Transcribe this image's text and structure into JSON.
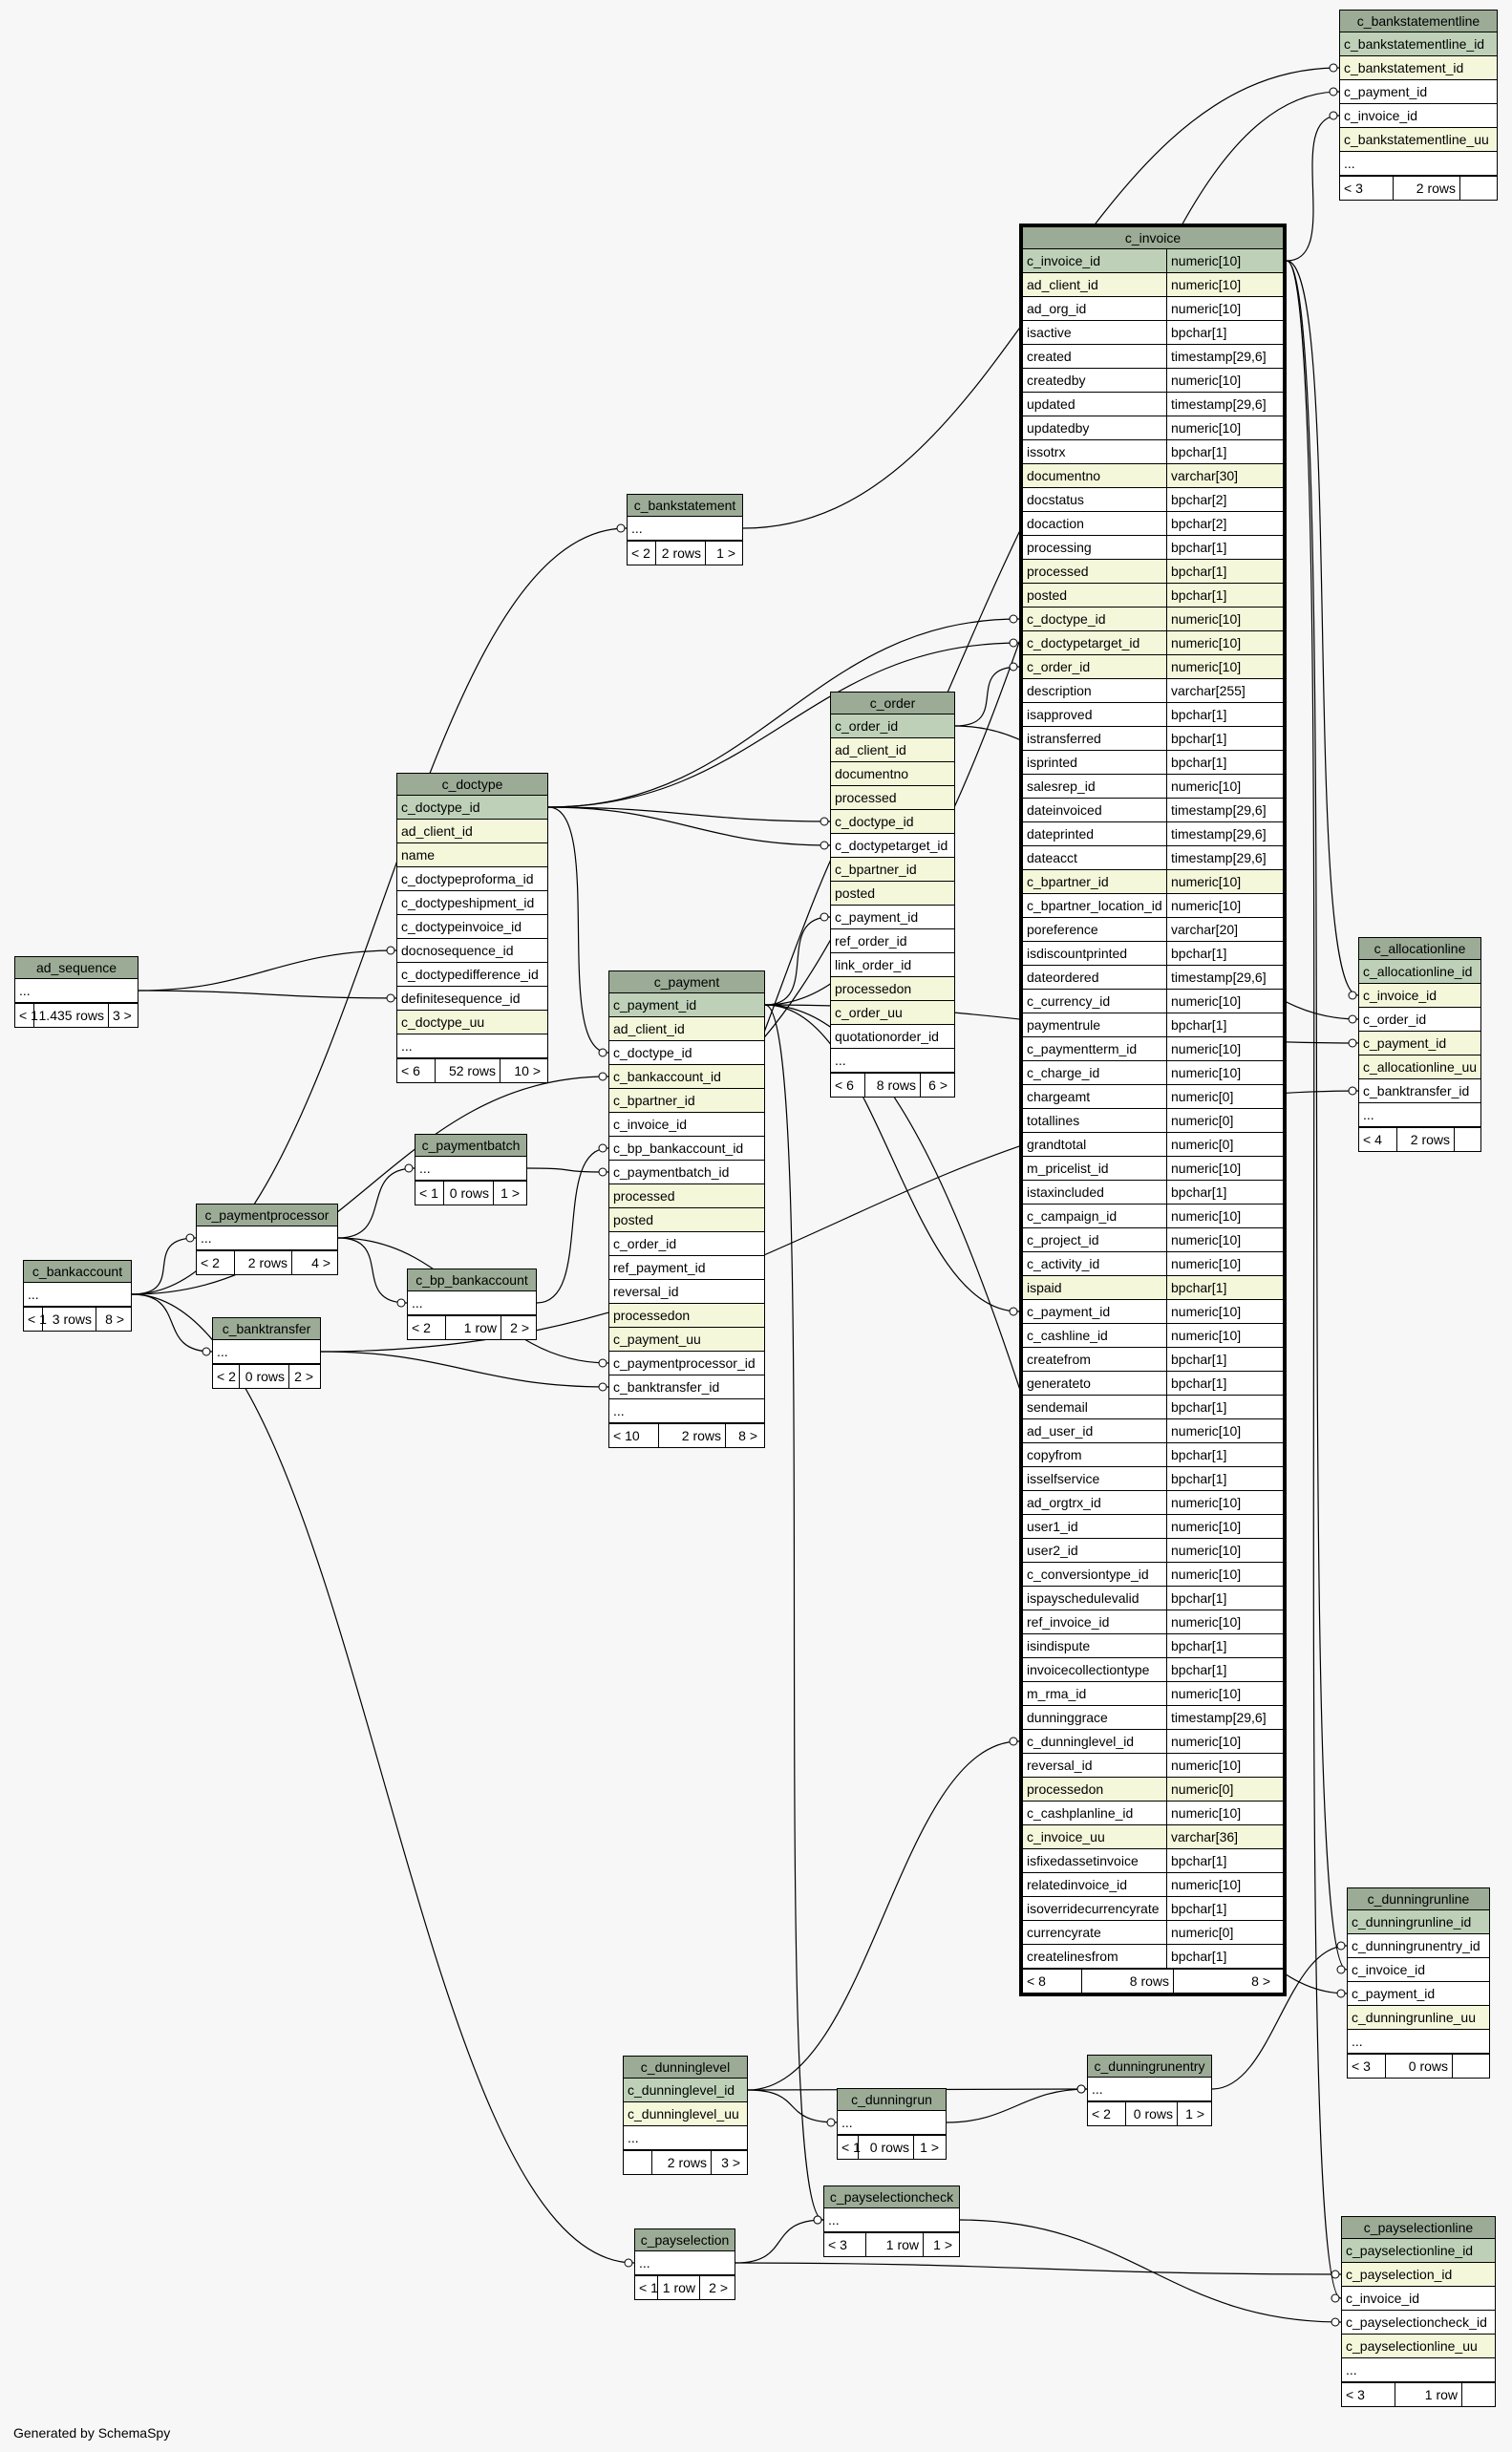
{
  "footer": "Generated by SchemaSpy",
  "colors": {
    "header": "#9bab96",
    "primary_key": "#bed1b8",
    "indexed": "#f4f7da",
    "plain": "#ffffff",
    "background": "#f7f7f7"
  },
  "tables": {
    "c_bankstatementline": {
      "title": "c_bankstatementline",
      "cols": [
        [
          "c_bankstatementline_id",
          "pk"
        ],
        [
          "c_bankstatement_id",
          "idx"
        ],
        [
          "c_payment_id",
          "plain"
        ],
        [
          "c_invoice_id",
          "plain"
        ],
        [
          "c_bankstatementline_uu",
          "idx"
        ],
        [
          "...",
          "plain"
        ]
      ],
      "footer": [
        "< 3",
        "2 rows",
        ""
      ]
    },
    "c_invoice": {
      "title": "c_invoice",
      "cols": [
        [
          "c_invoice_id",
          "numeric[10]",
          "pk"
        ],
        [
          "ad_client_id",
          "numeric[10]",
          "idx"
        ],
        [
          "ad_org_id",
          "numeric[10]",
          "plain"
        ],
        [
          "isactive",
          "bpchar[1]",
          "plain"
        ],
        [
          "created",
          "timestamp[29,6]",
          "plain"
        ],
        [
          "createdby",
          "numeric[10]",
          "plain"
        ],
        [
          "updated",
          "timestamp[29,6]",
          "plain"
        ],
        [
          "updatedby",
          "numeric[10]",
          "plain"
        ],
        [
          "issotrx",
          "bpchar[1]",
          "plain"
        ],
        [
          "documentno",
          "varchar[30]",
          "idx"
        ],
        [
          "docstatus",
          "bpchar[2]",
          "plain"
        ],
        [
          "docaction",
          "bpchar[2]",
          "plain"
        ],
        [
          "processing",
          "bpchar[1]",
          "plain"
        ],
        [
          "processed",
          "bpchar[1]",
          "idx"
        ],
        [
          "posted",
          "bpchar[1]",
          "idx"
        ],
        [
          "c_doctype_id",
          "numeric[10]",
          "idx"
        ],
        [
          "c_doctypetarget_id",
          "numeric[10]",
          "idx"
        ],
        [
          "c_order_id",
          "numeric[10]",
          "idx"
        ],
        [
          "description",
          "varchar[255]",
          "plain"
        ],
        [
          "isapproved",
          "bpchar[1]",
          "plain"
        ],
        [
          "istransferred",
          "bpchar[1]",
          "plain"
        ],
        [
          "isprinted",
          "bpchar[1]",
          "plain"
        ],
        [
          "salesrep_id",
          "numeric[10]",
          "plain"
        ],
        [
          "dateinvoiced",
          "timestamp[29,6]",
          "plain"
        ],
        [
          "dateprinted",
          "timestamp[29,6]",
          "plain"
        ],
        [
          "dateacct",
          "timestamp[29,6]",
          "plain"
        ],
        [
          "c_bpartner_id",
          "numeric[10]",
          "idx"
        ],
        [
          "c_bpartner_location_id",
          "numeric[10]",
          "plain"
        ],
        [
          "poreference",
          "varchar[20]",
          "plain"
        ],
        [
          "isdiscountprinted",
          "bpchar[1]",
          "plain"
        ],
        [
          "dateordered",
          "timestamp[29,6]",
          "plain"
        ],
        [
          "c_currency_id",
          "numeric[10]",
          "plain"
        ],
        [
          "paymentrule",
          "bpchar[1]",
          "plain"
        ],
        [
          "c_paymentterm_id",
          "numeric[10]",
          "plain"
        ],
        [
          "c_charge_id",
          "numeric[10]",
          "plain"
        ],
        [
          "chargeamt",
          "numeric[0]",
          "plain"
        ],
        [
          "totallines",
          "numeric[0]",
          "plain"
        ],
        [
          "grandtotal",
          "numeric[0]",
          "plain"
        ],
        [
          "m_pricelist_id",
          "numeric[10]",
          "plain"
        ],
        [
          "istaxincluded",
          "bpchar[1]",
          "plain"
        ],
        [
          "c_campaign_id",
          "numeric[10]",
          "plain"
        ],
        [
          "c_project_id",
          "numeric[10]",
          "plain"
        ],
        [
          "c_activity_id",
          "numeric[10]",
          "plain"
        ],
        [
          "ispaid",
          "bpchar[1]",
          "idx"
        ],
        [
          "c_payment_id",
          "numeric[10]",
          "plain"
        ],
        [
          "c_cashline_id",
          "numeric[10]",
          "plain"
        ],
        [
          "createfrom",
          "bpchar[1]",
          "plain"
        ],
        [
          "generateto",
          "bpchar[1]",
          "plain"
        ],
        [
          "sendemail",
          "bpchar[1]",
          "plain"
        ],
        [
          "ad_user_id",
          "numeric[10]",
          "plain"
        ],
        [
          "copyfrom",
          "bpchar[1]",
          "plain"
        ],
        [
          "isselfservice",
          "bpchar[1]",
          "plain"
        ],
        [
          "ad_orgtrx_id",
          "numeric[10]",
          "plain"
        ],
        [
          "user1_id",
          "numeric[10]",
          "plain"
        ],
        [
          "user2_id",
          "numeric[10]",
          "plain"
        ],
        [
          "c_conversiontype_id",
          "numeric[10]",
          "plain"
        ],
        [
          "ispayschedulevalid",
          "bpchar[1]",
          "plain"
        ],
        [
          "ref_invoice_id",
          "numeric[10]",
          "plain"
        ],
        [
          "isindispute",
          "bpchar[1]",
          "plain"
        ],
        [
          "invoicecollectiontype",
          "bpchar[1]",
          "plain"
        ],
        [
          "m_rma_id",
          "numeric[10]",
          "plain"
        ],
        [
          "dunninggrace",
          "timestamp[29,6]",
          "plain"
        ],
        [
          "c_dunninglevel_id",
          "numeric[10]",
          "plain"
        ],
        [
          "reversal_id",
          "numeric[10]",
          "plain"
        ],
        [
          "processedon",
          "numeric[0]",
          "idx"
        ],
        [
          "c_cashplanline_id",
          "numeric[10]",
          "plain"
        ],
        [
          "c_invoice_uu",
          "varchar[36]",
          "idx"
        ],
        [
          "isfixedassetinvoice",
          "bpchar[1]",
          "plain"
        ],
        [
          "relatedinvoice_id",
          "numeric[10]",
          "plain"
        ],
        [
          "isoverridecurrencyrate",
          "bpchar[1]",
          "plain"
        ],
        [
          "currencyrate",
          "numeric[0]",
          "plain"
        ],
        [
          "createlinesfrom",
          "bpchar[1]",
          "plain"
        ]
      ],
      "footer": [
        "< 8",
        "8 rows",
        "8 >"
      ]
    },
    "c_bankstatement": {
      "title": "c_bankstatement",
      "cols": [
        [
          "...",
          "plain"
        ]
      ],
      "footer": [
        "< 2",
        "2 rows",
        "1 >"
      ]
    },
    "c_order": {
      "title": "c_order",
      "cols": [
        [
          "c_order_id",
          "pk"
        ],
        [
          "ad_client_id",
          "idx"
        ],
        [
          "documentno",
          "idx"
        ],
        [
          "processed",
          "idx"
        ],
        [
          "c_doctype_id",
          "idx"
        ],
        [
          "c_doctypetarget_id",
          "plain"
        ],
        [
          "c_bpartner_id",
          "idx"
        ],
        [
          "posted",
          "idx"
        ],
        [
          "c_payment_id",
          "plain"
        ],
        [
          "ref_order_id",
          "plain"
        ],
        [
          "link_order_id",
          "plain"
        ],
        [
          "processedon",
          "idx"
        ],
        [
          "c_order_uu",
          "idx"
        ],
        [
          "quotationorder_id",
          "plain"
        ],
        [
          "...",
          "plain"
        ]
      ],
      "footer": [
        "< 6",
        "8 rows",
        "6 >"
      ]
    },
    "c_doctype": {
      "title": "c_doctype",
      "cols": [
        [
          "c_doctype_id",
          "pk"
        ],
        [
          "ad_client_id",
          "idx"
        ],
        [
          "name",
          "idx"
        ],
        [
          "c_doctypeproforma_id",
          "plain"
        ],
        [
          "c_doctypeshipment_id",
          "plain"
        ],
        [
          "c_doctypeinvoice_id",
          "plain"
        ],
        [
          "docnosequence_id",
          "plain"
        ],
        [
          "c_doctypedifference_id",
          "plain"
        ],
        [
          "definitesequence_id",
          "plain"
        ],
        [
          "c_doctype_uu",
          "idx"
        ],
        [
          "...",
          "plain"
        ]
      ],
      "footer": [
        "< 6",
        "52 rows",
        "10 >"
      ]
    },
    "ad_sequence": {
      "title": "ad_sequence",
      "cols": [
        [
          "...",
          "plain"
        ]
      ],
      "footer": [
        "< 1",
        "1.435 rows",
        "3 >"
      ]
    },
    "c_allocationline": {
      "title": "c_allocationline",
      "cols": [
        [
          "c_allocationline_id",
          "pk"
        ],
        [
          "c_invoice_id",
          "idx"
        ],
        [
          "c_order_id",
          "plain"
        ],
        [
          "c_payment_id",
          "idx"
        ],
        [
          "c_allocationline_uu",
          "idx"
        ],
        [
          "c_banktransfer_id",
          "plain"
        ],
        [
          "...",
          "plain"
        ]
      ],
      "footer": [
        "< 4",
        "2 rows",
        ""
      ]
    },
    "c_payment": {
      "title": "c_payment",
      "cols": [
        [
          "c_payment_id",
          "pk"
        ],
        [
          "ad_client_id",
          "idx"
        ],
        [
          "c_doctype_id",
          "plain"
        ],
        [
          "c_bankaccount_id",
          "idx"
        ],
        [
          "c_bpartner_id",
          "idx"
        ],
        [
          "c_invoice_id",
          "plain"
        ],
        [
          "c_bp_bankaccount_id",
          "plain"
        ],
        [
          "c_paymentbatch_id",
          "plain"
        ],
        [
          "processed",
          "idx"
        ],
        [
          "posted",
          "idx"
        ],
        [
          "c_order_id",
          "plain"
        ],
        [
          "ref_payment_id",
          "plain"
        ],
        [
          "reversal_id",
          "plain"
        ],
        [
          "processedon",
          "idx"
        ],
        [
          "c_payment_uu",
          "idx"
        ],
        [
          "c_paymentprocessor_id",
          "plain"
        ],
        [
          "c_banktransfer_id",
          "plain"
        ],
        [
          "...",
          "plain"
        ]
      ],
      "footer": [
        "< 10",
        "2 rows",
        "8 >"
      ]
    },
    "c_paymentbatch": {
      "title": "c_paymentbatch",
      "cols": [
        [
          "...",
          "plain"
        ]
      ],
      "footer": [
        "< 1",
        "0 rows",
        "1 >"
      ]
    },
    "c_paymentprocessor": {
      "title": "c_paymentprocessor",
      "cols": [
        [
          "...",
          "plain"
        ]
      ],
      "footer": [
        "< 2",
        "2 rows",
        "4 >"
      ]
    },
    "c_bankaccount": {
      "title": "c_bankaccount",
      "cols": [
        [
          "...",
          "plain"
        ]
      ],
      "footer": [
        "< 1",
        "3 rows",
        "8 >"
      ]
    },
    "c_bp_bankaccount": {
      "title": "c_bp_bankaccount",
      "cols": [
        [
          "...",
          "plain"
        ]
      ],
      "footer": [
        "< 2",
        "1 row",
        "2 >"
      ]
    },
    "c_banktransfer": {
      "title": "c_banktransfer",
      "cols": [
        [
          "...",
          "plain"
        ]
      ],
      "footer": [
        "< 2",
        "0 rows",
        "2 >"
      ]
    },
    "c_dunningrunline": {
      "title": "c_dunningrunline",
      "cols": [
        [
          "c_dunningrunline_id",
          "pk"
        ],
        [
          "c_dunningrunentry_id",
          "plain"
        ],
        [
          "c_invoice_id",
          "plain"
        ],
        [
          "c_payment_id",
          "plain"
        ],
        [
          "c_dunningrunline_uu",
          "idx"
        ],
        [
          "...",
          "plain"
        ]
      ],
      "footer": [
        "< 3",
        "0 rows",
        ""
      ]
    },
    "c_dunninglevel": {
      "title": "c_dunninglevel",
      "cols": [
        [
          "c_dunninglevel_id",
          "pk"
        ],
        [
          "c_dunninglevel_uu",
          "idx"
        ],
        [
          "...",
          "plain"
        ]
      ],
      "footer": [
        "",
        "2 rows",
        "3 >"
      ]
    },
    "c_dunningrunentry": {
      "title": "c_dunningrunentry",
      "cols": [
        [
          "...",
          "plain"
        ]
      ],
      "footer": [
        "< 2",
        "0 rows",
        "1 >"
      ]
    },
    "c_dunningrun": {
      "title": "c_dunningrun",
      "cols": [
        [
          "...",
          "plain"
        ]
      ],
      "footer": [
        "< 1",
        "0 rows",
        "1 >"
      ]
    },
    "c_payselectioncheck": {
      "title": "c_payselectioncheck",
      "cols": [
        [
          "...",
          "plain"
        ]
      ],
      "footer": [
        "< 3",
        "1 row",
        "1 >"
      ]
    },
    "c_payselection": {
      "title": "c_payselection",
      "cols": [
        [
          "...",
          "plain"
        ]
      ],
      "footer": [
        "< 1",
        "1 row",
        "2 >"
      ]
    },
    "c_payselectionline": {
      "title": "c_payselectionline",
      "cols": [
        [
          "c_payselectionline_id",
          "pk"
        ],
        [
          "c_payselection_id",
          "idx"
        ],
        [
          "c_invoice_id",
          "plain"
        ],
        [
          "c_payselectioncheck_id",
          "plain"
        ],
        [
          "c_payselectionline_uu",
          "idx"
        ],
        [
          "...",
          "plain"
        ]
      ],
      "footer": [
        "< 3",
        "1 row",
        ""
      ]
    }
  }
}
